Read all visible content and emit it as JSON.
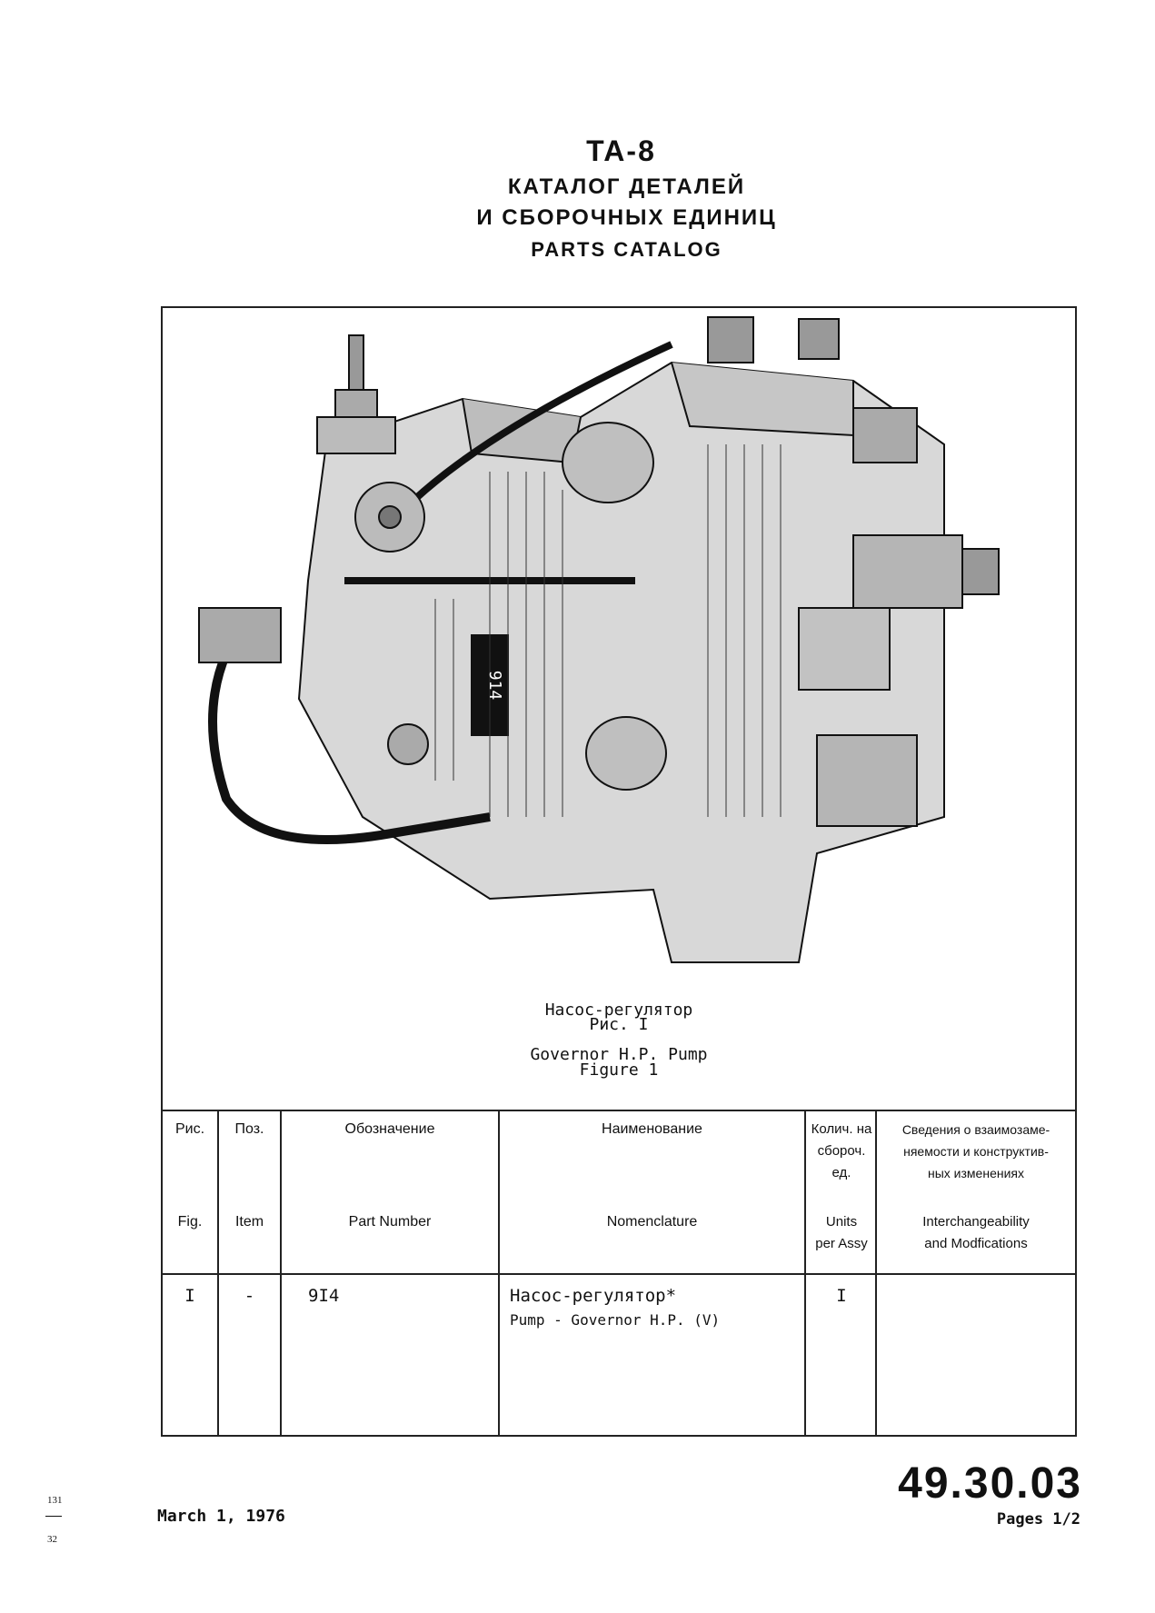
{
  "header": {
    "title": "TA-8",
    "ru_line1": "КАТАЛОГ ДЕТАЛЕЙ",
    "ru_line2": "И СБОРОЧНЫХ ЕДИНИЦ",
    "en_line": "PARTS CATALOG"
  },
  "figure": {
    "plate_label": "914",
    "caption_ru_name": "Насос-регулятор",
    "caption_ru_fig": "Рис. I",
    "caption_en_name": "Governor H.P. Pump",
    "caption_en_fig": "Figure 1"
  },
  "table": {
    "headers_ru": {
      "fig": "Рис.",
      "item": "Поз.",
      "part_number": "Обозначение",
      "nomenclature": "Наименование",
      "units_l1": "Колич. на",
      "units_l2": "сбороч.",
      "units_l3": "ед.",
      "interch_l1": "Сведения о взаимозаме-",
      "interch_l2": "няемости и конструктив-",
      "interch_l3": "ных изменениях"
    },
    "headers_en": {
      "fig": "Fig.",
      "item": "Item",
      "part_number": "Part Number",
      "nomenclature": "Nomenclature",
      "units_l1": "Units",
      "units_l2": "per Assy",
      "interch_l1": "Interchangeability",
      "interch_l2": "and Modfications"
    },
    "rows": [
      {
        "fig": "I",
        "item": "-",
        "part_number": "9I4",
        "nomenclature_ru": "Насос-регулятор*",
        "nomenclature_en": "Pump - Governor H.P. (V)",
        "units": "I",
        "interch": ""
      }
    ]
  },
  "footer": {
    "section_code": "49.30.03",
    "date": "March 1, 1976",
    "pages": "Pages 1/2",
    "margin_top": "131",
    "margin_bottom": "32"
  }
}
